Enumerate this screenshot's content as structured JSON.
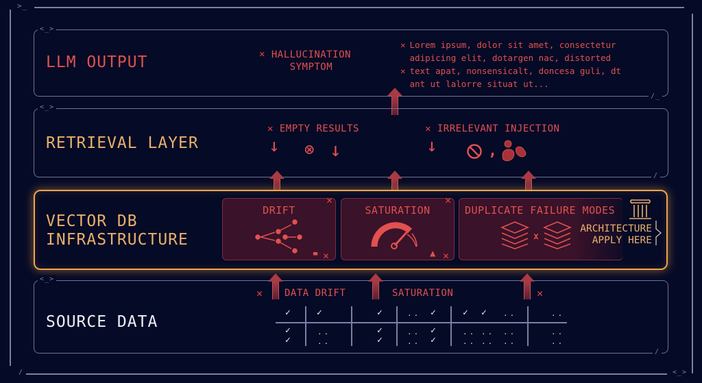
{
  "frame": {
    "prompt_glyph": ">_",
    "tag_glyph": "<_>",
    "corner_glyph": "/_",
    "slash_glyph": "/"
  },
  "layers": {
    "llm_output": {
      "title": "LLM OUTPUT",
      "symptom_label": "HALLUCINATION\nSYMPTOM",
      "symptom_lines": [
        "Lorem ipsum, dolor sit amet, consectetur\nadipicing elit, dotargen nac, distorted",
        "text apat, nonsensicalt, doncesa guli, dt\nant ut lalorre situat ut..."
      ]
    },
    "retrieval": {
      "title": "RETRIEVAL LAYER",
      "issues": [
        {
          "label": "EMPTY RESULTS",
          "icons": [
            "down-arrow",
            "circled-x",
            "down-arrow"
          ]
        },
        {
          "label": "IRRELEVANT INJECTION",
          "icons": [
            "down-arrow",
            "prohibited",
            "blobs"
          ]
        }
      ],
      "separator": ","
    },
    "vector_db": {
      "title": "VECTOR DB\nINFRASTRUCTURE",
      "cards": [
        {
          "title": "DRIFT",
          "icon": "branching-network"
        },
        {
          "title": "SATURATION",
          "icon": "gauge"
        },
        {
          "title": "DUPLICATE FAILURE MODES",
          "icon": "stacked-layers",
          "multiplier": "x"
        }
      ],
      "architecture_note": "ARCHITECTURE\nAPPLY HERE"
    },
    "source_data": {
      "title": "SOURCE DATA",
      "labels": [
        "DATA DRIFT",
        "SATURATION"
      ],
      "table_top": [
        "✓",
        "✓",
        "✓",
        "..",
        "✓",
        "✓",
        "✓",
        "..",
        ".."
      ],
      "table_bottom": [
        "✓✓",
        "::",
        "✓✓",
        "::",
        "✓✓",
        "::",
        "::",
        "::",
        "::"
      ]
    }
  },
  "glyphs": {
    "x": "✕",
    "check": "✓",
    "down_arrow": "↓",
    "circled_x": "⊗",
    "prohibited": "⃠"
  },
  "colors": {
    "background": "#050a26",
    "frame": "#7b7fa8",
    "error_red": "#e0514f",
    "amber": "#e9b06b",
    "glow": "#f0a54b",
    "card_bg": "#3a1229"
  }
}
